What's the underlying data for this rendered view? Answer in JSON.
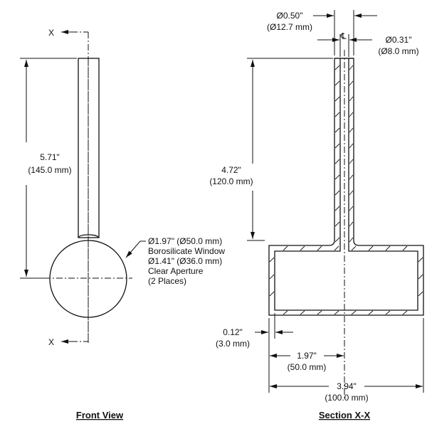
{
  "front_view": {
    "title": "Front View",
    "section_mark_top": "X",
    "section_mark_bottom": "X",
    "length_dim": {
      "inches": "5.71\"",
      "mm": "(145.0 mm)"
    },
    "window_callout": [
      "Ø1.97\" (Ø50.0 mm)",
      "Borosilicate Window",
      "Ø1.41\" (Ø36.0 mm)",
      "Clear Aperture",
      "(2 Places)"
    ]
  },
  "section_view": {
    "title": "Section X-X",
    "outer_dia": {
      "inches": "Ø0.50\"",
      "mm": "(Ø12.7 mm)"
    },
    "inner_dia": {
      "inches": "Ø0.31\"",
      "mm": "(Ø8.0 mm)"
    },
    "centerline_symbol": "℄",
    "tube_length": {
      "inches": "4.72\"",
      "mm": "(120.0 mm)"
    },
    "wall": {
      "inches": "0.12\"",
      "mm": "(3.0 mm)"
    },
    "half_width": {
      "inches": "1.97\"",
      "mm": "(50.0 mm)"
    },
    "full_width": {
      "inches": "3.94\"",
      "mm": "(100.0 mm)"
    }
  }
}
